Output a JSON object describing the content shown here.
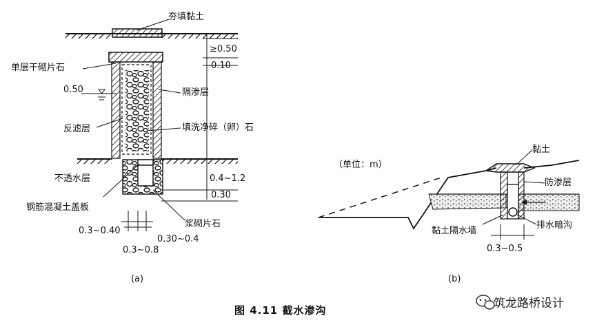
{
  "figure_a": {
    "panel_label": "(a)",
    "labels": {
      "rammed_clay": "夯填黏土",
      "single_layer_stone": "单层干砌片石",
      "water_level": "0.50",
      "impervious_separator": "隔渗层",
      "filter_layer": "反滤层",
      "clean_gravel": "填洗净碎（卵）石",
      "impervious_layer": "不透水层",
      "rc_cover": "钢筋混凝土盖板",
      "mortar_stone": "浆砌片石"
    },
    "dimensions": {
      "top_min": "≥0.50",
      "top_layer": "0.10",
      "depth_range": "0.4~1.2",
      "bottom_layer": "0.30",
      "width_a": "0.3~0.40",
      "width_b": "0.30~0.4",
      "width_total": "0.3~0.8"
    }
  },
  "figure_b": {
    "panel_label": "(b)",
    "unit": "（单位：m）",
    "labels": {
      "clay": "黏土",
      "anti_seep": "防渗层",
      "clay_wall": "黏土隔水墙",
      "drain": "排水暗沟"
    },
    "dimensions": {
      "width": "0.3~0.5"
    }
  },
  "caption": "图 4.11   截水渗沟",
  "watermark": "筑龙路桥设计"
}
